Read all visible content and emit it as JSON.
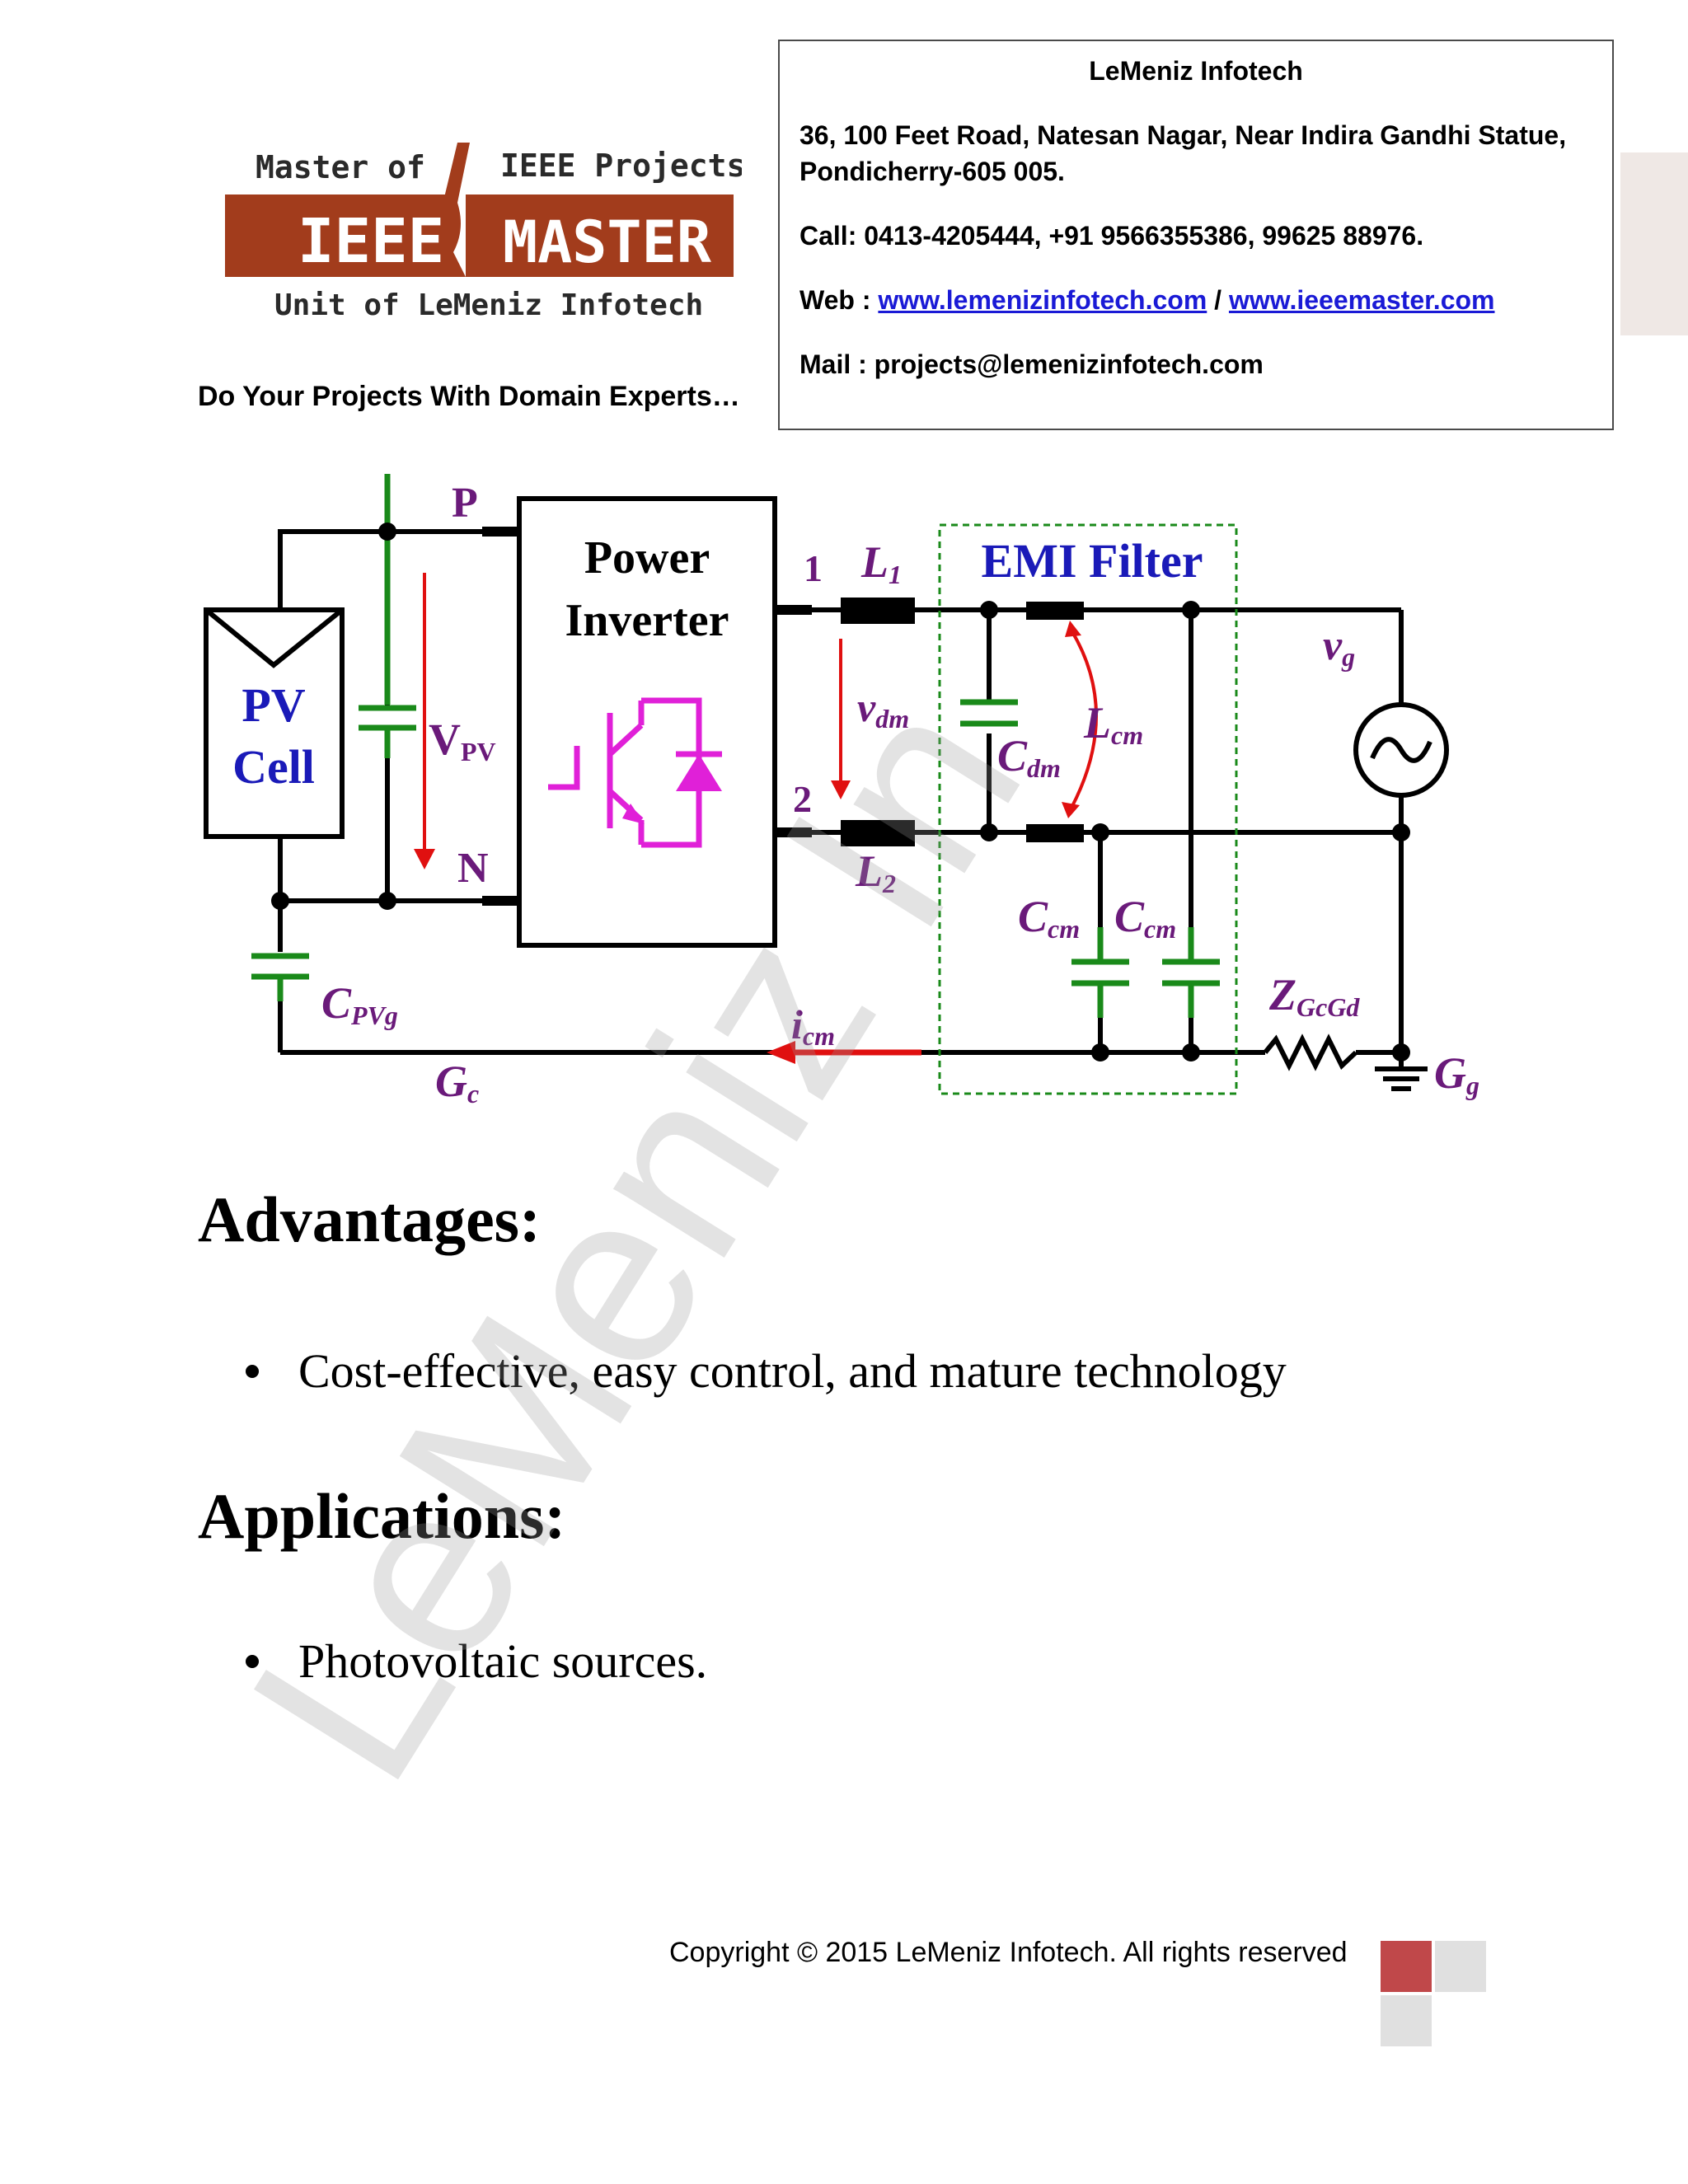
{
  "logo": {
    "top_left": "Master of",
    "top_right": "IEEE Projects",
    "left_word": "IEEE",
    "right_word": "MASTER",
    "bottom": "Unit of LeMeniz Infotech"
  },
  "tagline": "Do Your Projects With Domain Experts…",
  "contact": {
    "company": "LeMeniz Infotech",
    "address_line1": "36, 100 Feet Road, Natesan Nagar, Near Indira Gandhi Statue,",
    "address_line2": "Pondicherry-605 005.",
    "call": "Call: 0413-4205444, +91 9566355386, 99625 88976.",
    "web_label": "Web : ",
    "web1": "www.lemenizinfotech.com",
    "web_sep": " / ",
    "web2": "www.ieeemaster.com",
    "mail": "Mail : projects@lemenizinfotech.com"
  },
  "circuit": {
    "pv_line1": "PV",
    "pv_line2": "Cell",
    "node_p": "P",
    "node_n": "N",
    "vpv": "V",
    "vpv_sub": "PV",
    "inverter_line1": "Power",
    "inverter_line2": "Inverter",
    "terminal_1": "1",
    "terminal_2": "2",
    "l1": "L",
    "l1_sub": "1",
    "l2": "L",
    "l2_sub": "2",
    "vdm": "v",
    "vdm_sub": "dm",
    "emi_filter": "EMI Filter",
    "cdm": "C",
    "cdm_sub": "dm",
    "lcm": "L",
    "lcm_sub": "cm",
    "ccm": "C",
    "ccm_sub": "cm",
    "vg": "v",
    "vg_sub": "g",
    "zgcgd": "Z",
    "zgcgd_sub": "GcGd",
    "cpvg": "C",
    "cpvg_sub": "PVg",
    "icm": "i",
    "icm_sub": "cm",
    "gc": "G",
    "gc_sub": "c",
    "gg": "G",
    "gg_sub": "g"
  },
  "watermark": "LeMeniz In",
  "advantages": {
    "heading": "Advantages:",
    "items": [
      "Cost-effective, easy control, and mature technology"
    ]
  },
  "applications": {
    "heading": "Applications:",
    "items": [
      "Photovoltaic sources."
    ]
  },
  "footer": {
    "copyright": "Copyright © 2015 LeMeniz Infotech. All rights reserved"
  },
  "colors": {
    "wire": "#000000",
    "capacitor": "#1a8a1a",
    "arrow": "#e01010",
    "label_blue": "#1a1ab8",
    "label_purple": "#6a1a7a",
    "igbt": "#e020d8",
    "logo_brown": "#a23c1c",
    "footer_red": "#c0484a",
    "footer_grey": "#e0e0e0"
  }
}
